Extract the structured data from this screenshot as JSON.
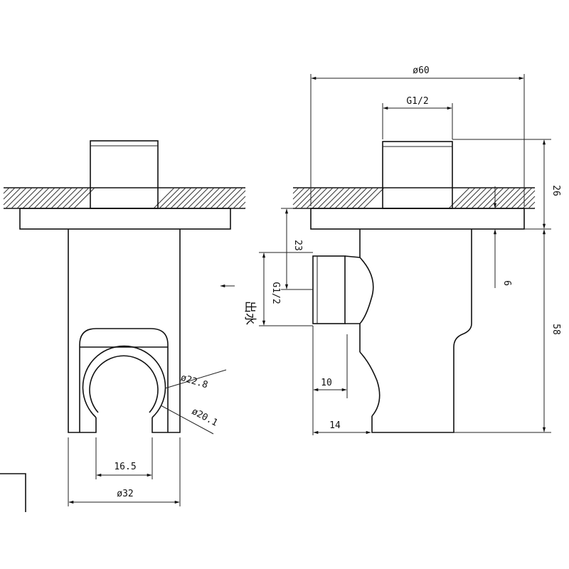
{
  "drawing": {
    "front_view": {
      "dim_width": "ø32",
      "dim_opening": "16.5",
      "dim_outer_arc": "ø22.8",
      "dim_inner_arc": "ø20.1"
    },
    "side_view": {
      "dim_flange": "ø60",
      "dim_inlet_thread": "G1/2",
      "dim_outlet_thread": "G1/2",
      "dim_flange_height": "26",
      "dim_body_height": "58",
      "dim_outlet_offset": "23",
      "dim_wall": "6",
      "dim_outlet_len": "10",
      "dim_outlet_depth": "14",
      "outlet_label": "出水"
    }
  }
}
